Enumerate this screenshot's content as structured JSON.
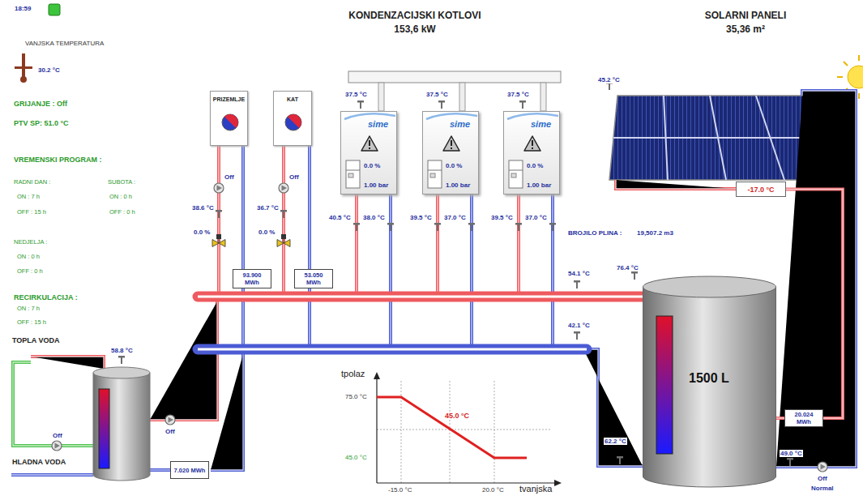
{
  "diagram": {
    "nodes": [
      {
        "text": [
          "PRIZEMLJE"
        ]
      },
      {
        "text": [
          "KAT"
        ]
      },
      {
        "text": [
          "sime",
          "0.0 %",
          "1.00 bar"
        ]
      },
      {
        "text": [
          "sime",
          "0.0 %",
          "1.00 bar"
        ]
      },
      {
        "text": [
          "sime",
          "0.0 %",
          "1.00 bar"
        ]
      },
      {
        "text": [
          "-17.0 °C"
        ]
      },
      {
        "text": [
          "93.900 MWh"
        ]
      },
      {
        "text": [
          "53.050 MWh"
        ]
      },
      {
        "text": [
          "1500 L"
        ]
      },
      {
        "text": [
          "20.024 MWh"
        ]
      },
      {
        "text": [
          "7.020 MWh"
        ]
      }
    ],
    "edges": [
      {
        "from": 0,
        "to": 6,
        "arrow": "none"
      },
      {
        "from": 1,
        "to": 7,
        "arrow": "none"
      },
      {
        "from": 5,
        "to": 9,
        "arrow": "none"
      },
      {
        "from": 9,
        "to": 8,
        "arrow": "none"
      }
    ],
    "labels": [
      "18:59",
      "VANJSKA TEMPERATURA",
      "30.2 °C",
      "GRIJANJE : Off",
      "PTV SP: 51.0 °C",
      "VREMENSKI PROGRAM :",
      "RADNI DAN :",
      "SUBOTA :",
      "ON : 7 h",
      "ON : 0 h",
      "OFF : 15 h",
      "OFF : 0 h",
      "NEDJELJA :",
      "ON : 0 h",
      "OFF : 0 h",
      "RECIRKULACIJA :",
      "ON : 7 h",
      "OFF : 15 h",
      "TOPLA VODA",
      "HLADNA VODA",
      "KONDENZACIJSKI KOTLOVI",
      "153,6 kW",
      "SOLARNI PANELI",
      "35,36 m²",
      "Off",
      "Off",
      "38.6 °C",
      "36.7 °C",
      "0.0 %",
      "0.0 %",
      "37.5 °C",
      "37.5 °C",
      "37.5 °C",
      "40.5 °C",
      "38.0 °C",
      "39.5 °C",
      "37.0 °C",
      "39.5 °C",
      "37.0 °C",
      "BROJILO PLINA :",
      "19,507.2 m3",
      "54.1 °C",
      "76.4 °C",
      "42.1 °C",
      "45.2 °C",
      "62.2 °C",
      "49.0 °C",
      "Off",
      "Normal",
      "58.8 °C",
      "Off",
      "Off",
      "tpolaz",
      "75.0 °C",
      "45.0 °C",
      "45.0 °C",
      "-15.0 °C",
      "20.0 °C",
      "tvanjska"
    ]
  }
}
